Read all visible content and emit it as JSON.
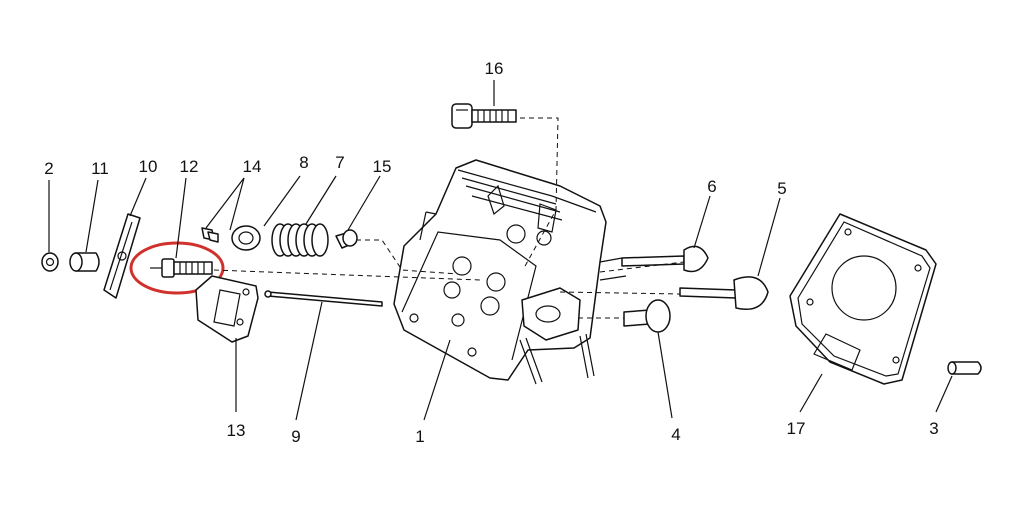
{
  "diagram": {
    "callouts": [
      "1",
      "2",
      "3",
      "4",
      "5",
      "6",
      "7",
      "8",
      "9",
      "10",
      "11",
      "12",
      "13",
      "14",
      "15",
      "16",
      "17"
    ],
    "highlight": {
      "label": "12",
      "color": "#d0312d"
    }
  }
}
